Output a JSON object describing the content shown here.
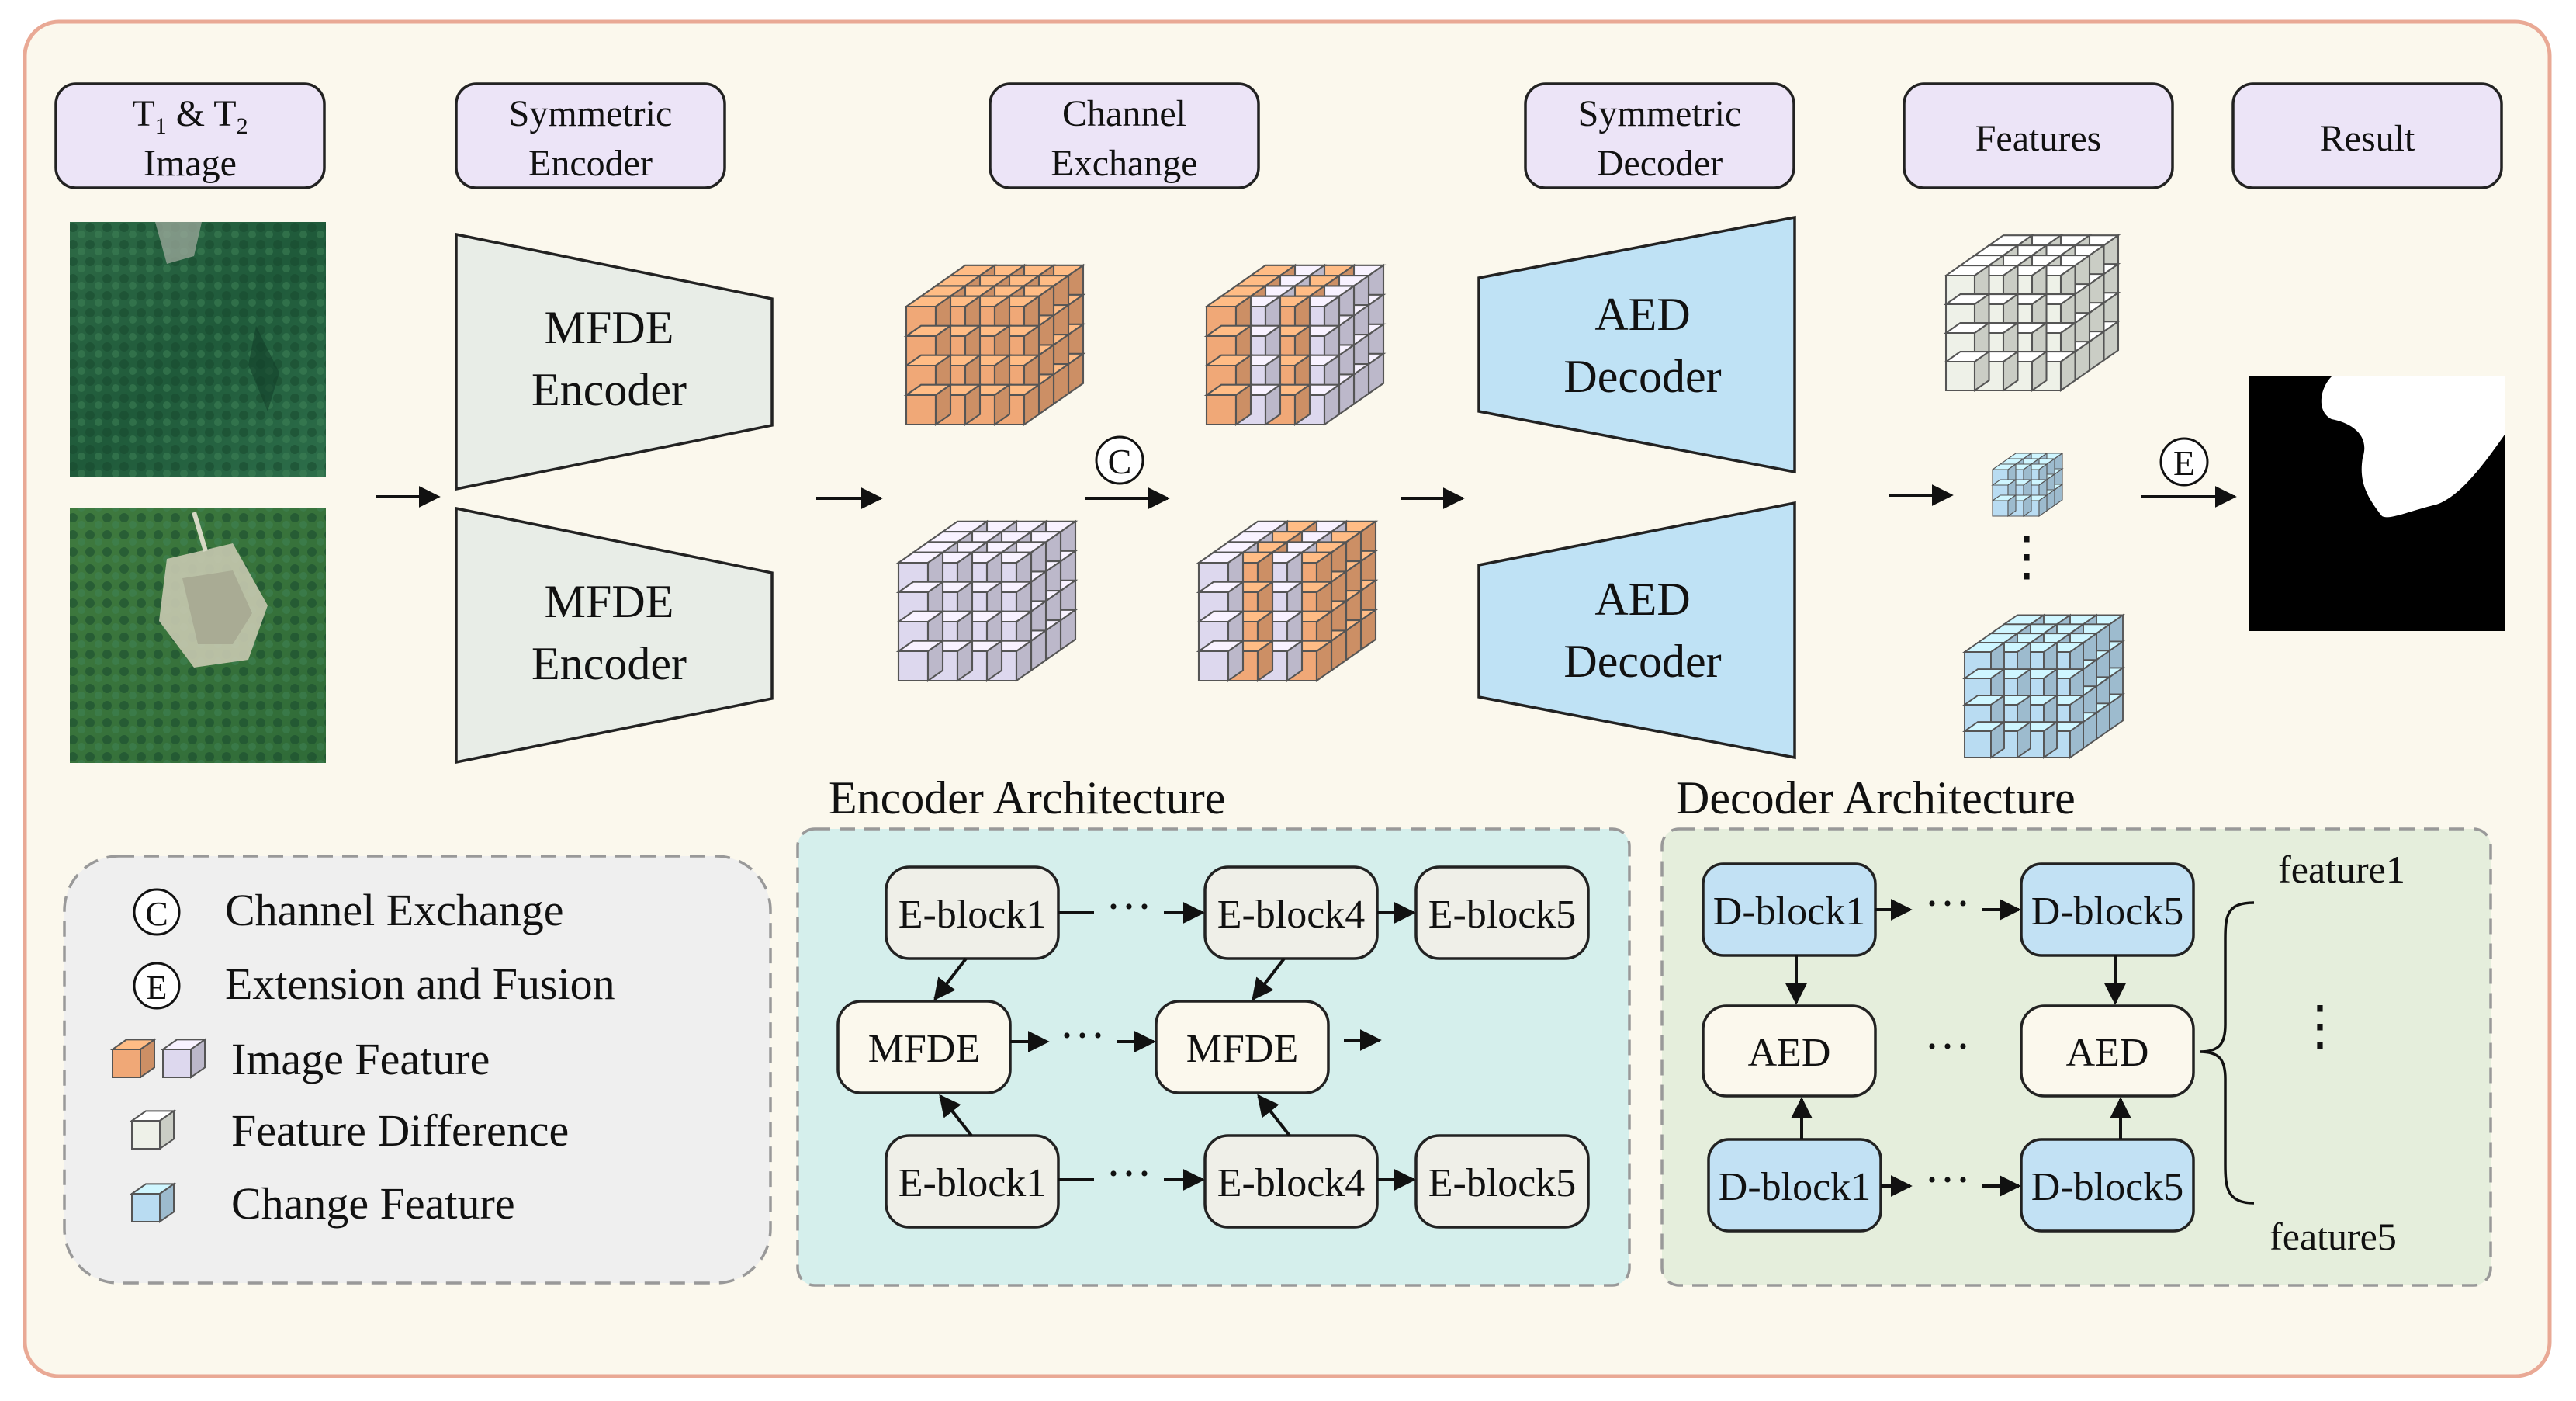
{
  "headers": {
    "image": {
      "line1": "T",
      "sub1": "1",
      "amp": " & T",
      "sub2": "2",
      "line2": "Image"
    },
    "encoder": {
      "line1": "Symmetric",
      "line2": "Encoder"
    },
    "exchange": {
      "line1": "Channel",
      "line2": "Exchange"
    },
    "decoder": {
      "line1": "Symmetric",
      "line2": "Decoder"
    },
    "features": {
      "line1": "Features"
    },
    "result": {
      "line1": "Result"
    }
  },
  "pipeline": {
    "encoder_top": {
      "line1": "MFDE",
      "line2": "Encoder"
    },
    "encoder_bottom": {
      "line1": "MFDE",
      "line2": "Encoder"
    },
    "decoder_top": {
      "line1": "AED",
      "line2": "Decoder"
    },
    "decoder_bottom": {
      "line1": "AED",
      "line2": "Decoder"
    },
    "exchange_symbol": "C",
    "fusion_symbol": "E",
    "ellipsis": "⋮"
  },
  "legend": {
    "items": [
      {
        "symbol": "C",
        "label": "Channel Exchange"
      },
      {
        "symbol": "E",
        "label": "Extension and Fusion"
      },
      {
        "symbol": "",
        "label": "Image Feature"
      },
      {
        "symbol": "",
        "label": "Feature Difference"
      },
      {
        "symbol": "",
        "label": "Change Feature"
      }
    ]
  },
  "encoder_arch": {
    "title": "Encoder Architecture",
    "top": [
      "E-block1",
      "E-block4",
      "E-block5"
    ],
    "middle": [
      "MFDE",
      "MFDE"
    ],
    "bottom": [
      "E-block1",
      "E-block4",
      "E-block5"
    ],
    "dots": "···"
  },
  "decoder_arch": {
    "title": "Decoder Architecture",
    "top": [
      "D-block1",
      "D-block5"
    ],
    "middle": [
      "AED",
      "AED"
    ],
    "bottom": [
      "D-block1",
      "D-block5"
    ],
    "dots": "···",
    "feature_first": "feature1",
    "feature_last": "feature5",
    "vdots": "⋮"
  },
  "colors": {
    "frame_border": "#e9a995",
    "frame_fill": "#fbf8ed",
    "header_fill": "#ece4f7",
    "encoder_fill": "#e8ede7",
    "decoder_fill": "#bfe2f5",
    "orange": "#f0a877",
    "purple": "#ddd8ee",
    "white_feature": "#eef1e8",
    "blue_feature": "#b9dcf2",
    "legend_fill": "#efefef",
    "enc_arch_fill": "#d5efec",
    "dec_arch_fill": "#e5eedc",
    "eblock_fill": "#efefe8",
    "dblock_fill": "#c2e1f4"
  }
}
